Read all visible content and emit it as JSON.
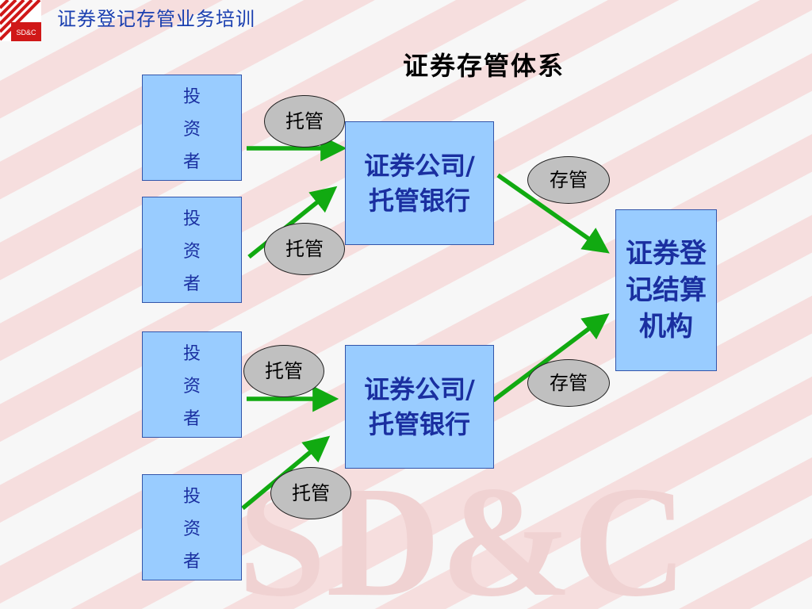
{
  "header": {
    "title": "证券登记存管业务培训",
    "logo_text": "SD&C"
  },
  "watermark": "SD&C",
  "main_title": "证券存管体系",
  "investor_label": [
    "投",
    "资",
    "者"
  ],
  "broker_label": "证券公司/托管银行",
  "registry_label": "证券登记结算机构",
  "custody_label": "托管",
  "deposit_label": "存管",
  "colors": {
    "box_fill": "#99ccff",
    "arrow": "#11aa11",
    "oval_fill": "#c0c0c0",
    "text_blue": "#1a2fa0"
  }
}
